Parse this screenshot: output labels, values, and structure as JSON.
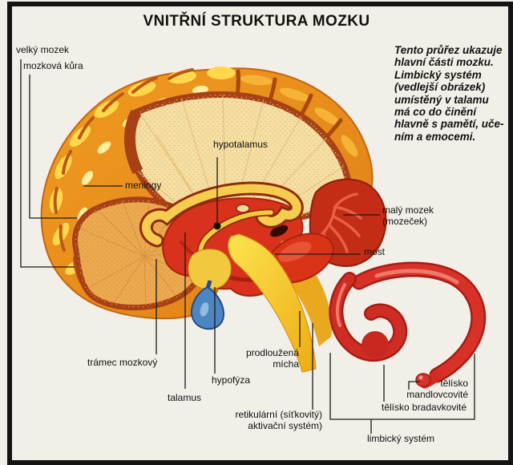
{
  "title": "VNITŘNÍ STRUKTURA MOZKU",
  "description_lines": [
    "Tento průřez ukazuje",
    "hlavní části mozku.",
    "Limbický systém",
    "(vedlejší obrázek)",
    "umístěný v talamu",
    "má co do činění",
    "hlavně s pamětí, uče-",
    "ním a emocemi."
  ],
  "labels": {
    "velky_mozek": "velký mozek",
    "mozkova_kura": "mozková kůra",
    "meningy": "meningy",
    "hypotalamus": "hypotalamus",
    "maly_mozek_lines": [
      "malý mozek",
      "(mozeček)"
    ],
    "most": "most",
    "tramec_mozkovy": "trámec mozkový",
    "talamus": "talamus",
    "hypofyza": "hypofýza",
    "prodlouzena_micha_lines": [
      "prodloužená",
      "mícha"
    ],
    "retikularni_lines": [
      "retikulární (síťkovitý)",
      "aktivační systém)"
    ],
    "telisko_mandlovcovite_lines": [
      "tělísko",
      "mandlovcovité"
    ],
    "telisko_bradavkovite": "tělísko bradavkovité",
    "limbicky_system": "limbický systém"
  },
  "colors": {
    "background": "#f2efe9",
    "frame_black": "#141414",
    "cortex_orange": "#e8891b",
    "gyri_yellow": "#ffd84d",
    "meninges_brown": "#a84016",
    "interior_cream": "#f5dfa2",
    "temporal_tan": "#eca94f",
    "core_red": "#d8321c",
    "cerebellum_red": "#c32c15",
    "pons_red": "#d93418",
    "brainstem_yellow": "#f8d02c",
    "pituitary_blue": "#4d85c0",
    "limbic_red": "#d83228",
    "leader_line": "#1a1a1a"
  }
}
